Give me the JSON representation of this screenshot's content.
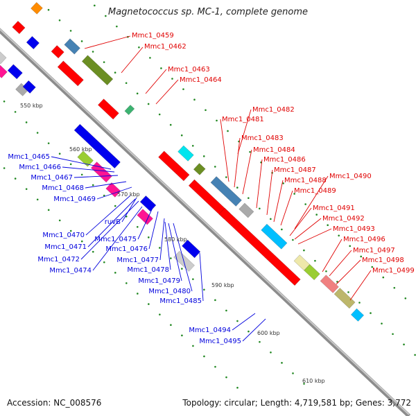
{
  "title": "Magnetococcus sp. MC-1, complete genome",
  "footer": {
    "accession": "Accession: NC_008576",
    "summary": "Topology: circular; Length: 4,719,581 bp; Genes: 3,772"
  },
  "colors": {
    "forward_label": "#e00000",
    "reverse_label": "#0000dd",
    "backbone": "#999999",
    "tick": "#228822"
  },
  "scale_labels": [
    "550 kbp",
    "560 kbp",
    "570 kbp",
    "580 kbp",
    "590 kbp",
    "600 kbp",
    "610 kbp"
  ],
  "forward_labels": [
    "Mmc1_0459",
    "Mmc1_0462",
    "Mmc1_0463",
    "Mmc1_0464",
    "Mmc1_0482",
    "Mmc1_0481",
    "Mmc1_0483",
    "Mmc1_0484",
    "Mmc1_0486",
    "Mmc1_0487",
    "Mmc1_0488",
    "Mmc1_0490",
    "Mmc1_0489",
    "Mmc1_0491",
    "Mmc1_0492",
    "Mmc1_0493",
    "Mmc1_0496",
    "Mmc1_0497",
    "Mmc1_0498",
    "Mmc1_0499"
  ],
  "reverse_labels": [
    "Mmc1_0465",
    "Mmc1_0466",
    "Mmc1_0467",
    "Mmc1_0468",
    "Mmc1_0469",
    "Mmc1_0470",
    "ruvB",
    "Mmc1_0471",
    "Mmc1_0472",
    "Mmc1_0474",
    "Mmc1_0475",
    "Mmc1_0476",
    "Mmc1_0477",
    "Mmc1_0478",
    "Mmc1_0479",
    "Mmc1_0480",
    "Mmc1_0485",
    "Mmc1_0494",
    "Mmc1_0495"
  ]
}
